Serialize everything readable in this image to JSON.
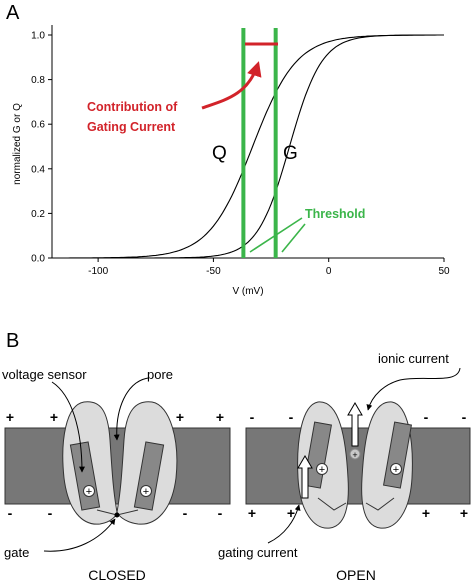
{
  "panel_a": {
    "label": "A",
    "y_axis_label": "normalized G or Q",
    "x_axis_label": "V (mV)",
    "x_ticks": [
      "-100",
      "-50",
      "0",
      "50"
    ],
    "y_ticks": [
      "0.0",
      "0.2",
      "0.4",
      "0.6",
      "0.8",
      "1.0"
    ],
    "q_label": "Q",
    "g_label": "G",
    "contribution_line1": "Contribution of",
    "contribution_line2": "Gating Current",
    "threshold_label": "Threshold",
    "annotation_red": "#d2232a",
    "annotation_green": "#3bb54a"
  },
  "panel_b": {
    "label": "B",
    "voltage_sensor": "voltage sensor",
    "pore": "pore",
    "gate": "gate",
    "closed": "CLOSED",
    "ionic_current": "ionic current",
    "gating_current": "gating current",
    "open": "OPEN",
    "plus": "+",
    "minus": "-"
  },
  "chart_data": {
    "type": "line",
    "xlabel": "V (mV)",
    "ylabel": "normalized G or Q",
    "xlim": [
      -120,
      50
    ],
    "ylim": [
      0,
      1
    ],
    "x_ticks": [
      -100,
      -50,
      0,
      50
    ],
    "y_ticks": [
      0,
      0.2,
      0.4,
      0.6,
      0.8,
      1.0
    ],
    "series": [
      {
        "name": "Q",
        "v_half": -33,
        "slope": 9.5
      },
      {
        "name": "G",
        "v_half": -17,
        "slope": 7
      }
    ],
    "threshold_voltages": [
      -37,
      -23
    ]
  }
}
